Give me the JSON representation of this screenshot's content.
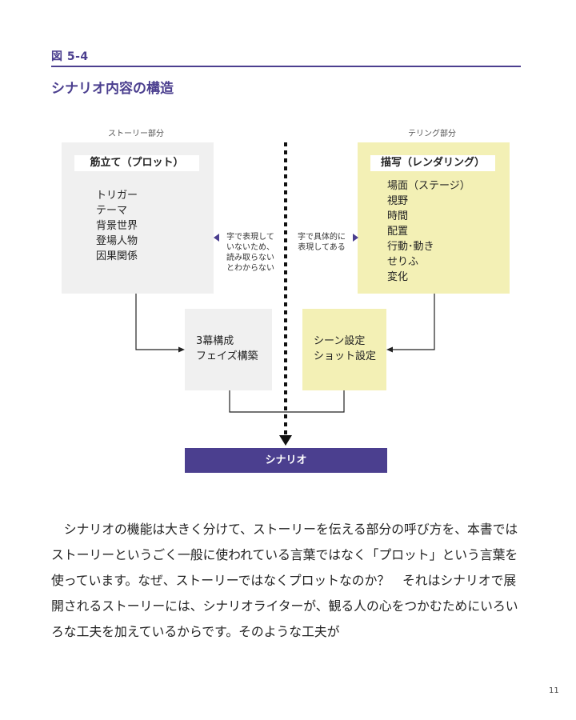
{
  "figure": {
    "number": "図 5-4",
    "title": "シナリオ内容の構造"
  },
  "left_section": {
    "label": "ストーリー部分",
    "box_title": "筋立て（プロット）",
    "items": [
      "トリガー",
      "テーマ",
      "背景世界",
      "登場人物",
      "因果関係"
    ],
    "note_lines": [
      "字で表現して",
      "いないため、",
      "読み取らない",
      "とわからない"
    ],
    "sub_box_lines": [
      "3幕構成",
      "フェイズ構築"
    ]
  },
  "right_section": {
    "label": "テリング部分",
    "box_title": "描写（レンダリング）",
    "items": [
      "場面（ステージ）",
      "視野",
      "時間",
      "配置",
      "行動･動き",
      "せりふ",
      "変化"
    ],
    "note_lines": [
      "字で具体的に",
      "表現してある"
    ],
    "sub_box_lines": [
      "シーン設定",
      "ショット設定"
    ]
  },
  "result": {
    "label": "シナリオ"
  },
  "body": {
    "paragraph": "シナリオの機能は大きく分けて、ストーリーを伝える部分の呼び方を、本書ではストーリーというごく一般に使われている言葉ではなく「プロット」という言葉を使っています。なぜ、ストーリーではなくプロットなのか？　それはシナリオで展開されるストーリーには、シナリオライターが、観る人の心をつかむためにいろいろな工夫を加えているからです。そのような工夫が"
  },
  "page_number": "11",
  "colors": {
    "accent": "#4b3f8f",
    "gray_box": "#f0f0f0",
    "yellow_box": "#f3f0b5"
  }
}
